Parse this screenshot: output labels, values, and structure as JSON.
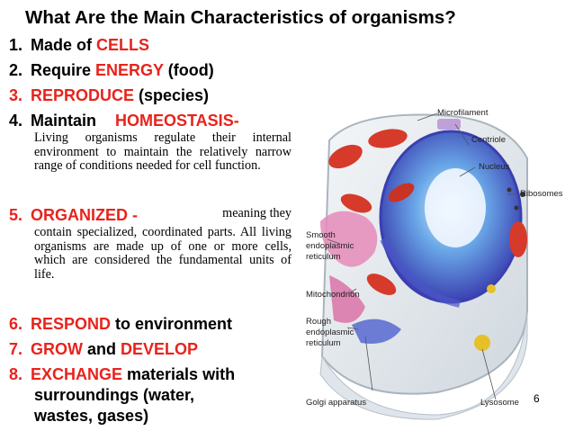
{
  "title": "What Are the Main Characteristics of organisms?",
  "items": [
    {
      "num": "1.",
      "pre": "Made of ",
      "key": "CELLS",
      "post": ""
    },
    {
      "num": "2.",
      "pre": "Require ",
      "key": "ENERGY",
      "post": " (food)"
    },
    {
      "num": "3.",
      "pre": "",
      "key": "REPRODUCE",
      "post": " (species)"
    },
    {
      "num": "4.",
      "pre": "Maintain ",
      "key": "HOMEOSTASIS-",
      "post": ""
    },
    {
      "num": "5.",
      "pre": "",
      "key": "ORGANIZED",
      "post": ""
    },
    {
      "num": "6.",
      "pre": "",
      "key": "RESPOND",
      "post": " to environment"
    },
    {
      "num": "7.",
      "pre": "",
      "key": "GROW",
      "mid": " and ",
      "key2": "DEVELOP"
    },
    {
      "num": "8.",
      "pre": "",
      "key": "EXCHANGE",
      "post": " materials with"
    }
  ],
  "item4_desc": "Living organisms regulate their internal environment to maintain the relatively narrow range of conditions needed for cell function.",
  "item5_dash": " - ",
  "item5_lead": "meaning they",
  "item5_desc": "contain specialized, coordinated parts. All living organisms are made up of one or more cells, which are considered the fundamental units of life.",
  "item8_line2": "surroundings (water,",
  "item8_line3": "wastes, gases)",
  "diagram_labels": {
    "microfilament": "Microfilament",
    "centriole": "Centriole",
    "nucleus": "Nucleus",
    "ribosomes": "Ribosomes",
    "smooth_er_1": "Smooth",
    "smooth_er_2": "endoplasmic",
    "smooth_er_3": "reticulum",
    "mitochondrion": "Mitochondrion",
    "rough_er_1": "Rough",
    "rough_er_2": "endoplasmic",
    "rough_er_3": "reticulum",
    "golgi": "Golgi apparatus",
    "lysosome": "Lysosome"
  },
  "page_number": "6",
  "colors": {
    "accent_red": "#e8231c",
    "text": "#000000"
  }
}
